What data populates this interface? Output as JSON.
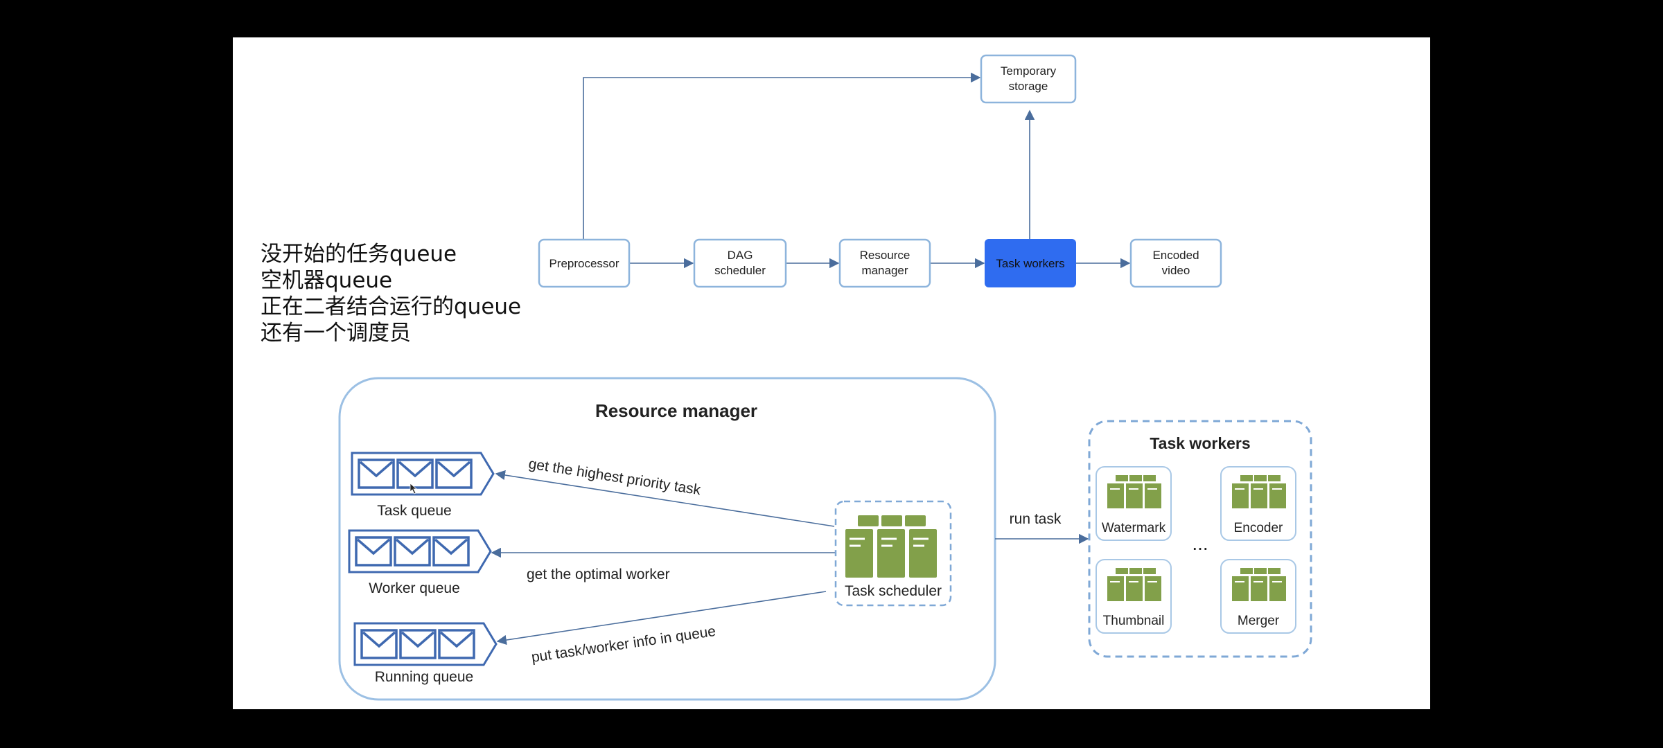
{
  "notes": [
    "没开始的任务queue",
    "空机器queue",
    "正在二者结合运行的queue",
    "还有一个调度员"
  ],
  "colors": {
    "box_border": "#8db4dc",
    "arrow": "#4a6d9c",
    "highlight_fill": "#2f6cf0",
    "queue_blue": "#3f69b0",
    "server_green": "#82a04a",
    "dashed_border": "#7fa8d6"
  },
  "pipeline": {
    "preprocessor": "Preprocessor",
    "dag_scheduler": [
      "DAG",
      "scheduler"
    ],
    "resource_manager": [
      "Resource",
      "manager"
    ],
    "task_workers": "Task workers",
    "encoded_video": [
      "Encoded",
      "video"
    ],
    "temporary_storage": [
      "Temporary",
      "storage"
    ]
  },
  "resource_manager": {
    "title": "Resource manager",
    "queues": [
      "Task queue",
      "Worker queue",
      "Running queue"
    ],
    "scheduler": "Task scheduler",
    "edges": [
      "get the highest priority task",
      "get the optimal worker",
      "put task/worker info in queue"
    ]
  },
  "task_workers": {
    "title": "Task workers",
    "run_label": "run task",
    "ellipsis": "...",
    "workers": [
      "Watermark",
      "Encoder",
      "Thumbnail",
      "Merger"
    ]
  }
}
